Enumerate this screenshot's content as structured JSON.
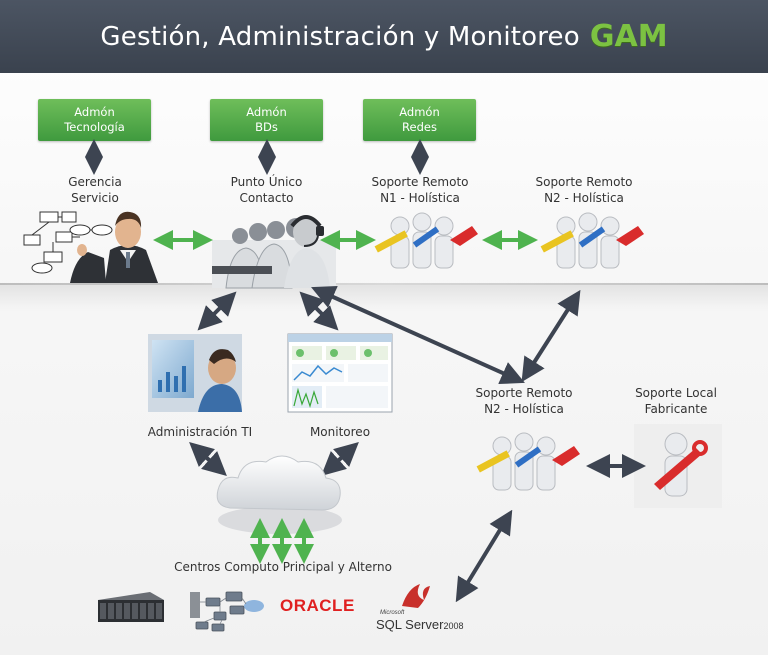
{
  "header": {
    "title": "Gestión, Administración y Monitoreo",
    "brand": "GAM"
  },
  "admin_boxes": [
    {
      "line1": "Admón",
      "line2": "Tecnología"
    },
    {
      "line1": "Admón",
      "line2": "BDs"
    },
    {
      "line1": "Admón",
      "line2": "Redes"
    }
  ],
  "labels": {
    "gerencia": {
      "line1": "Gerencia",
      "line2": "Servicio"
    },
    "punto": {
      "line1": "Punto Único",
      "line2": "Contacto"
    },
    "soporte_n1": {
      "line1": "Soporte Remoto",
      "line2": "N1 - Holística"
    },
    "soporte_n2_top": {
      "line1": "Soporte Remoto",
      "line2": "N2 - Holística"
    },
    "soporte_n2_mid": {
      "line1": "Soporte Remoto",
      "line2": "N2 - Holística"
    },
    "soporte_local": {
      "line1": "Soporte Local",
      "line2": "Fabricante"
    },
    "admin_ti": "Administración TI",
    "monitoreo": "Monitoreo",
    "centros": "Centros Computo Principal y Alterno"
  },
  "logos": {
    "oracle": "ORACLE",
    "sql_brand": "Microsoft",
    "sql_name": "SQL Server",
    "sql_year": "2008"
  },
  "colors": {
    "banner": "#434b57",
    "green": "#4aa84a",
    "arrow_dark": "#3d4451",
    "arrow_green": "#4fb34f"
  }
}
